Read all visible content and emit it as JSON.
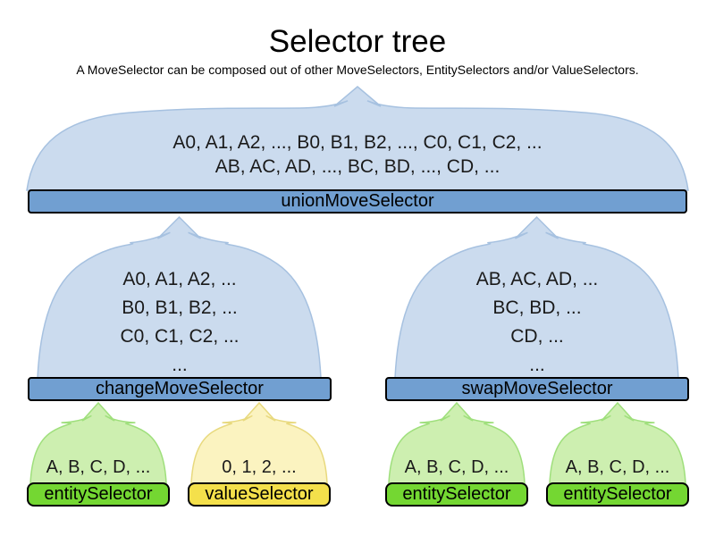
{
  "title": "Selector tree",
  "subtitle": "A MoveSelector can be composed out of other MoveSelectors, EntitySelectors and/or ValueSelectors.",
  "colors": {
    "blue_cloud_fill": "#CBDBEE",
    "blue_cloud_stroke": "#A6C1E0",
    "blue_bar_fill": "#719FD1",
    "green_cloud_fill": "#CDEFB0",
    "green_cloud_stroke": "#9FDF7C",
    "green_bar_fill": "#74D732",
    "yellow_cloud_fill": "#FBF3C0",
    "yellow_cloud_stroke": "#E8D97E",
    "yellow_bar_fill": "#F4E04B",
    "bar_border": "#000000"
  },
  "nodes": {
    "union": {
      "label": "unionMoveSelector",
      "lines": [
        "A0, A1, A2, ..., B0, B1, B2, ..., C0, C1, C2, ...",
        "AB, AC, AD, ..., BC, BD, ..., CD, ..."
      ]
    },
    "change": {
      "label": "changeMoveSelector",
      "lines": [
        "A0, A1, A2, ...",
        "B0, B1, B2, ...",
        "C0, C1, C2, ...",
        "..."
      ]
    },
    "swap": {
      "label": "swapMoveSelector",
      "lines": [
        "AB, AC, AD, ...",
        "BC, BD, ...",
        "CD, ...",
        "..."
      ]
    },
    "entity1": {
      "label": "entitySelector",
      "lines": [
        "A, B, C, D, ..."
      ]
    },
    "value1": {
      "label": "valueSelector",
      "lines": [
        "0, 1, 2, ..."
      ]
    },
    "entity2": {
      "label": "entitySelector",
      "lines": [
        "A, B, C, D, ..."
      ]
    },
    "entity3": {
      "label": "entitySelector",
      "lines": [
        "A, B, C, D, ..."
      ]
    }
  }
}
